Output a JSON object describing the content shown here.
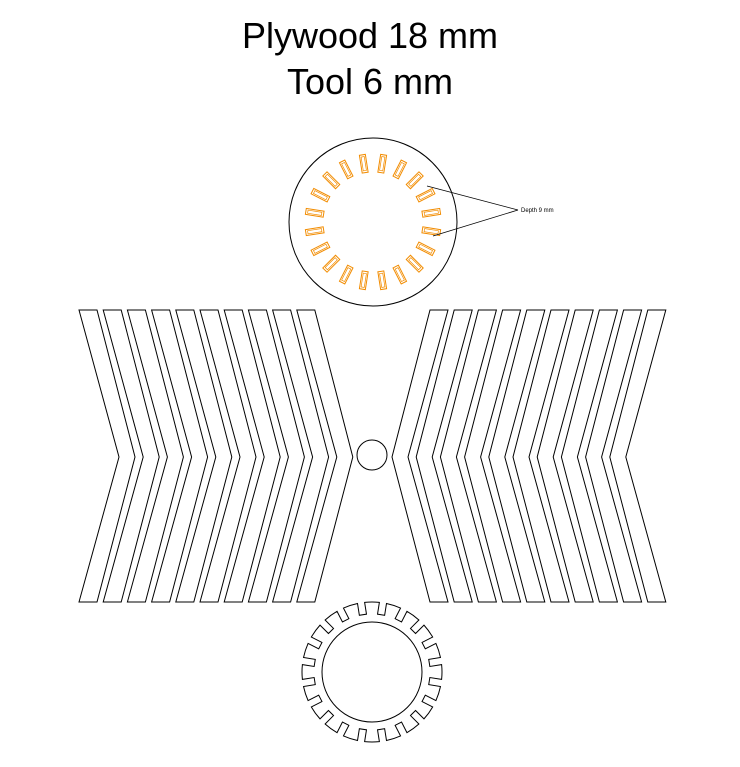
{
  "title": {
    "line1": "Plywood 18 mm",
    "line2": "Tool 6 mm"
  },
  "callout": {
    "label": "Depth 9 mm"
  },
  "colors": {
    "outline": "#000000",
    "pocket": "#f28c00",
    "background": "#ffffff"
  },
  "parts": {
    "top_disc_pocket_count": 20,
    "bottom_ring_notch_count": 20,
    "chevron_blades_per_side": 10
  }
}
